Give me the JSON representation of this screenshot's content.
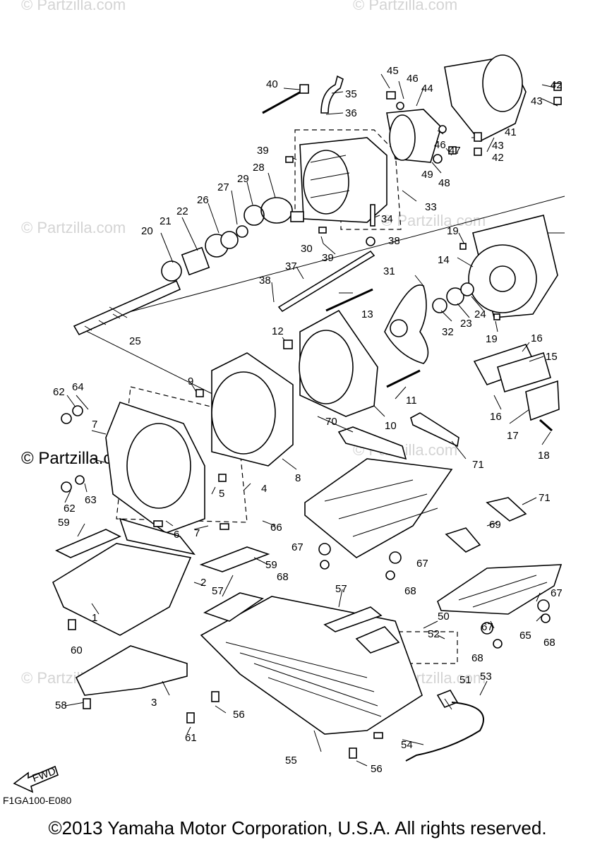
{
  "watermarks": {
    "text": "© Partzilla.com",
    "main": "© Partzilla.com"
  },
  "callouts": [
    "1",
    "2",
    "3",
    "4",
    "5",
    "6",
    "7",
    "7",
    "8",
    "9",
    "10",
    "11",
    "12",
    "13",
    "14",
    "15",
    "16",
    "16",
    "17",
    "18",
    "19",
    "19",
    "20",
    "21",
    "22",
    "23",
    "24",
    "25",
    "26",
    "27",
    "28",
    "29",
    "30",
    "31",
    "32",
    "33",
    "34",
    "35",
    "36",
    "37",
    "38",
    "38",
    "39",
    "39",
    "40",
    "41",
    "42",
    "42",
    "43",
    "43",
    "44",
    "45",
    "46",
    "46",
    "47",
    "48",
    "49",
    "50",
    "51",
    "52",
    "53",
    "54",
    "55",
    "56",
    "56",
    "57",
    "57",
    "58",
    "59",
    "59",
    "60",
    "61",
    "62",
    "62",
    "63",
    "64",
    "65",
    "66",
    "67",
    "67",
    "67",
    "67",
    "68",
    "68",
    "68",
    "68",
    "69",
    "70",
    "71",
    "71"
  ],
  "fwd_label": "FWD",
  "doc_code": "F1GA100-E080",
  "copyright": "©2013 Yamaha Motor Corporation, U.S.A. All rights reserved."
}
